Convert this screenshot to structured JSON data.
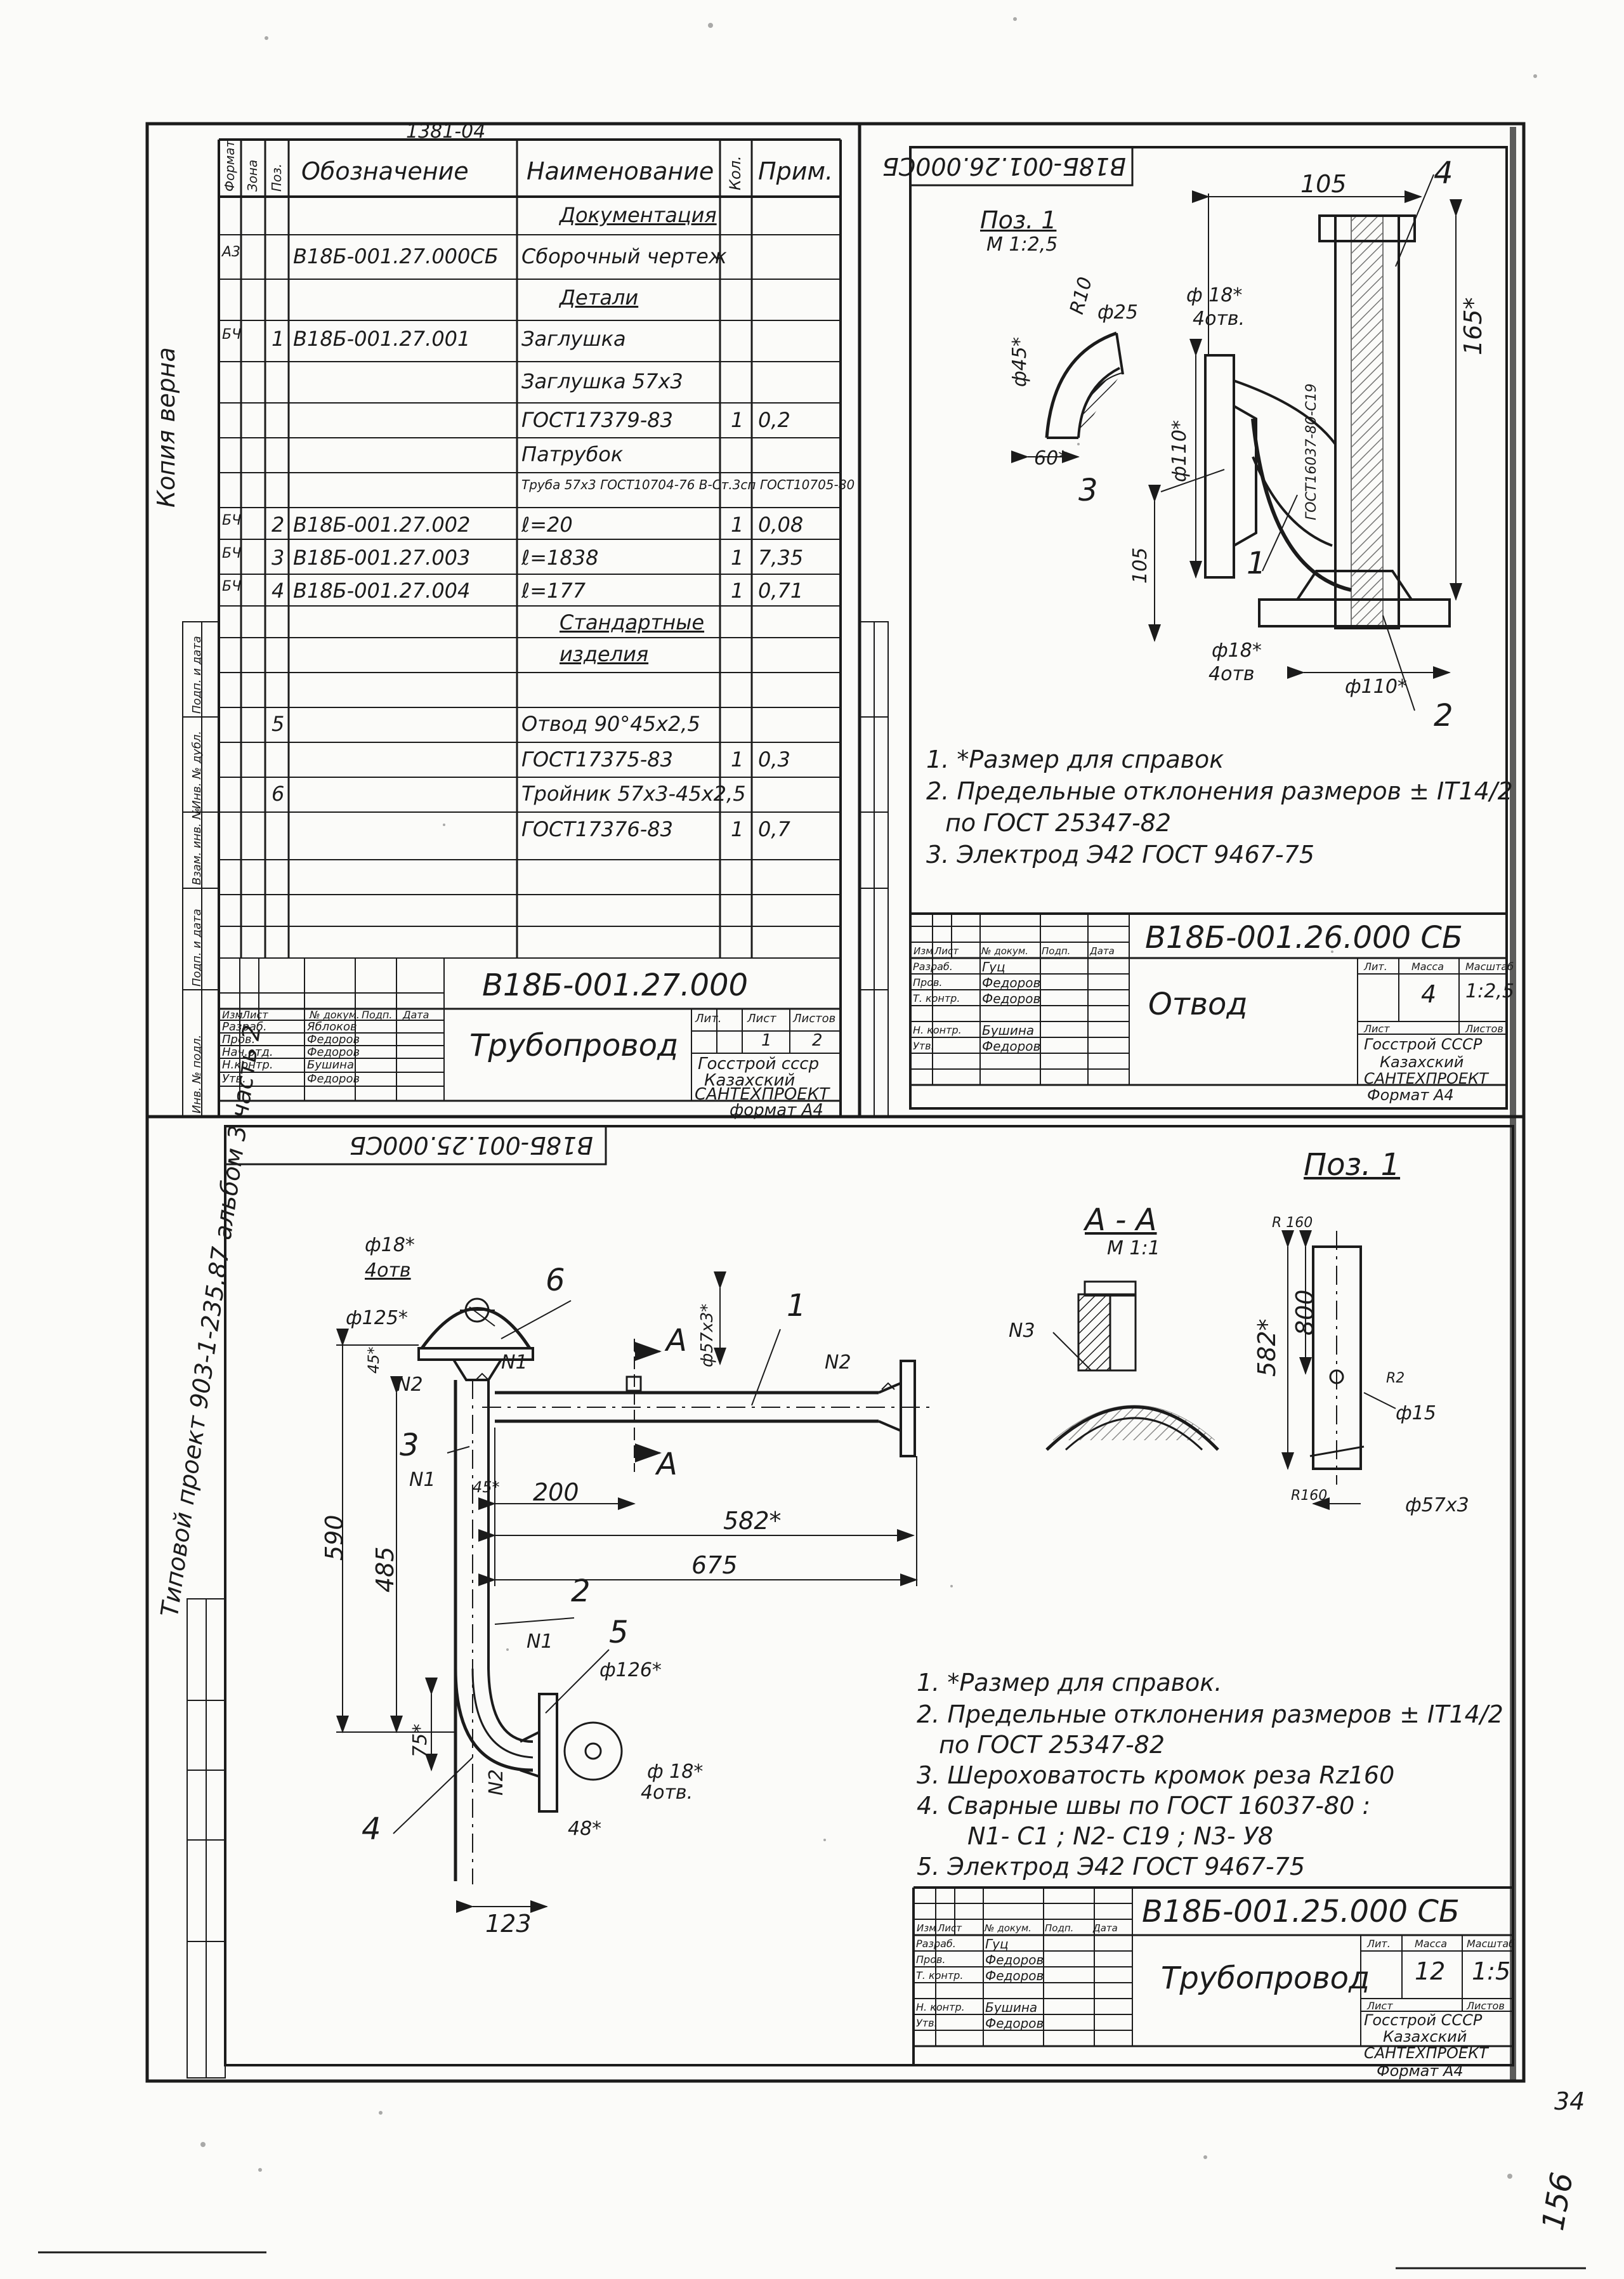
{
  "sheet": {
    "top_code": "1381-04",
    "side_signature": "Копия верна",
    "side_project": "Типовой проект 903-1-235.87 альбом 3 часть 2",
    "corner_numbers": [
      "34",
      "156"
    ]
  },
  "spec": {
    "headers": [
      "Формат",
      "Зона",
      "Поз.",
      "Обозначение",
      "Наименование",
      "Кол.",
      "Прим."
    ],
    "rows": [
      {
        "format": "",
        "pos": "",
        "code": "",
        "name": "Документация",
        "qty": "",
        "note": "",
        "underline": true
      },
      {
        "format": "А3",
        "pos": "",
        "code": "В18Б-001.27.000СБ",
        "name": "Сборочный чертеж",
        "qty": "",
        "note": ""
      },
      {
        "format": "",
        "pos": "",
        "code": "",
        "name": "Детали",
        "qty": "",
        "note": "",
        "underline": true
      },
      {
        "format": "БЧ",
        "pos": "1",
        "code": "В18Б-001.27.001",
        "name": "Заглушка",
        "qty": "",
        "note": ""
      },
      {
        "format": "",
        "pos": "",
        "code": "",
        "name": "Заглушка 57х3",
        "qty": "",
        "note": ""
      },
      {
        "format": "",
        "pos": "",
        "code": "",
        "name": "ГОСТ17379-83",
        "qty": "1",
        "note": "0,2"
      },
      {
        "format": "",
        "pos": "",
        "code": "",
        "name": "Патрубок",
        "qty": "",
        "note": ""
      },
      {
        "format": "",
        "pos": "",
        "code": "",
        "name": "Труба 57х3 ГОСТ10704-76 В-Ст.3сп ГОСТ10705-80",
        "qty": "",
        "note": ""
      },
      {
        "format": "БЧ",
        "pos": "2",
        "code": "В18Б-001.27.002",
        "name": "ℓ=20",
        "qty": "1",
        "note": "0,08"
      },
      {
        "format": "БЧ",
        "pos": "3",
        "code": "В18Б-001.27.003",
        "name": "ℓ=1838",
        "qty": "1",
        "note": "7,35"
      },
      {
        "format": "БЧ",
        "pos": "4",
        "code": "В18Б-001.27.004",
        "name": "ℓ=177",
        "qty": "1",
        "note": "0,71"
      },
      {
        "format": "",
        "pos": "",
        "code": "",
        "name": "Стандартные",
        "qty": "",
        "note": "",
        "underline": true
      },
      {
        "format": "",
        "pos": "",
        "code": "",
        "name": "изделия",
        "qty": "",
        "note": "",
        "underline": true
      },
      {
        "format": "",
        "pos": "",
        "code": "",
        "name": "",
        "qty": "",
        "note": ""
      },
      {
        "format": "",
        "pos": "5",
        "code": "",
        "name": "Отвод 90°45х2,5",
        "qty": "",
        "note": ""
      },
      {
        "format": "",
        "pos": "",
        "code": "",
        "name": "ГОСТ17375-83",
        "qty": "1",
        "note": "0,3"
      },
      {
        "format": "",
        "pos": "6",
        "code": "",
        "name": "Тройник 57х3-45х2,5",
        "qty": "",
        "note": ""
      },
      {
        "format": "",
        "pos": "",
        "code": "",
        "name": "ГОСТ17376-83",
        "qty": "1",
        "note": "0,7"
      }
    ],
    "title_block": {
      "designation": "В18Б-001.27.000",
      "name": "Трубопровод",
      "org": [
        "Госстрой ссср",
        "Казахский",
        "САНТЕХПРОЕКТ"
      ],
      "format": "формат А4",
      "col_heads": [
        "Изм",
        "Лист",
        "№ докум.",
        "Подп.",
        "Дата"
      ],
      "roles": [
        "Разраб.",
        "Пров.",
        "Нач.отд.",
        "Н.контр.",
        "Утв."
      ],
      "people": [
        "Яблоков",
        "Федоров",
        "Федоров",
        "Бушина",
        "Федоров"
      ],
      "lit_heads": [
        "Лит.",
        "Лист",
        "Листов"
      ],
      "lit_values": [
        "",
        "1",
        "2"
      ]
    }
  },
  "otvod": {
    "stamp": "В18Б-001.26.000СБ",
    "pos_label": "Поз. 1",
    "pos_scale": "М 1:2,5",
    "dims": {
      "d105": "105",
      "d165": "165*",
      "d18": "ф 18*",
      "d4otv": "4отв.",
      "d25": "ф25",
      "r10": "R10",
      "d45": "ф45*",
      "d60": "60*",
      "d110": "ф110*",
      "d105b": "105",
      "d18b": "ф18*",
      "d4otvb": "4отв",
      "d110b": "ф110*",
      "gost": "ГОСТ16037-80-С19"
    },
    "callouts": [
      "1",
      "2",
      "3",
      "4"
    ],
    "notes": [
      "1. *Размер для справок",
      "2. Предельные отклонения размеров ± IT14/2",
      "по ГОСТ 25347-82",
      "3. Электрод Э42 ГОСТ 9467-75"
    ],
    "title_block": {
      "designation": "В18Б-001.26.000 СБ",
      "name": "Отвод",
      "mass": "4",
      "scale": "1:2,5",
      "col_heads": [
        "Изм",
        "Лист",
        "№ докум.",
        "Подп.",
        "Дата"
      ],
      "roles": [
        "Разраб.",
        "Пров.",
        "Т. контр.",
        "",
        "Н. контр.",
        "Утв."
      ],
      "people": [
        "Гуц",
        "Федоров",
        "Федоров",
        "",
        "Бушина",
        "Федоров"
      ],
      "lit_heads": [
        "Лит.",
        "Масса",
        "Масштаб"
      ],
      "sheet_heads": [
        "Лист",
        "Листов"
      ],
      "org": [
        "Госстрой СССР",
        "Казахский",
        "САНТЕХПРОЕКТ"
      ],
      "format": "Формат А4"
    }
  },
  "pipeline": {
    "stamp": "В18Б-001.25.000СБ",
    "section_label": "А - А",
    "section_scale": "М 1:1",
    "pos_label": "Поз. 1",
    "dims": {
      "d18": "ф18*",
      "d4otv": "4отв",
      "d125": "ф125*",
      "d45": "45*",
      "d200": "200",
      "d582": "582*",
      "d675": "675",
      "d590": "590",
      "d485": "485",
      "d75": "75*",
      "d126": "ф126*",
      "d18b": "ф 18*",
      "d4otvb": "4отв.",
      "d48": "48*",
      "d123": "123",
      "d57": "ф57х3*",
      "cutA": "А",
      "d800": "800",
      "d582v": "582*",
      "d15": "ф15",
      "d57b": "ф57х3",
      "r160a": "R 160",
      "r160b": "R160",
      "r2": "R2"
    },
    "welds": [
      "N1",
      "N2",
      "N3"
    ],
    "callouts": [
      "1",
      "2",
      "3",
      "4",
      "5",
      "6"
    ],
    "notes": [
      "1. *Размер для справок.",
      "2. Предельные отклонения размеров ± IT14/2",
      "по ГОСТ 25347-82",
      "3. Шероховатость кромок реза Rz160",
      "4. Сварные швы по ГОСТ 16037-80 :",
      "N1- С1 ; N2- С19 ; N3- У8",
      "5. Электрод Э42 ГОСТ 9467-75"
    ],
    "title_block": {
      "designation": "В18Б-001.25.000 СБ",
      "name": "Трубопровод",
      "mass": "12",
      "scale": "1:5",
      "col_heads": [
        "Изм",
        "Лист",
        "№ докум.",
        "Подп.",
        "Дата"
      ],
      "roles": [
        "Разраб.",
        "Пров.",
        "Т. контр.",
        "",
        "Н. контр.",
        "Утв."
      ],
      "people": [
        "Гуц",
        "Федоров",
        "Федоров",
        "",
        "Бушина",
        "Федоров"
      ],
      "lit_heads": [
        "Лит.",
        "Масса",
        "Масштаб"
      ],
      "sheet_heads": [
        "Лист",
        "Листов"
      ],
      "org": [
        "Госстрой СССР",
        "Казахский",
        "САНТЕХПРОЕКТ"
      ],
      "format": "Формат А4"
    }
  },
  "margin_labels": [
    "Инв. № подл.",
    "Подп. и дата",
    "Взам. инв. №",
    "Инв. № дубл.",
    "Подп. и дата"
  ]
}
